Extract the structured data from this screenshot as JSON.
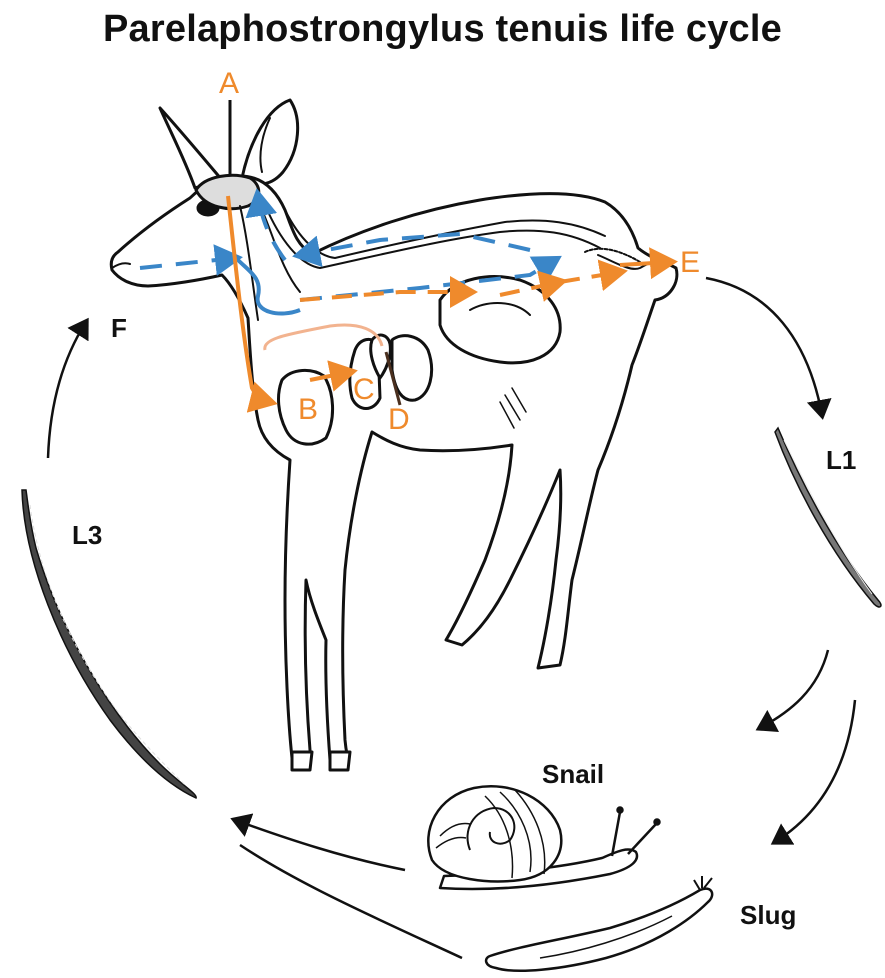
{
  "title": "Parelaphostrongylus tenuis life cycle",
  "colors": {
    "orange": "#ef8a2c",
    "blue": "#3a86c8",
    "pink": "#f2b38f",
    "ink": "#111111"
  },
  "stages": {
    "A": "A",
    "B": "B",
    "C": "C",
    "D": "D",
    "E": "E",
    "F": "F"
  },
  "larvae": {
    "l1": "L1",
    "l3": "L3"
  },
  "hosts": {
    "snail": "Snail",
    "slug": "Slug"
  }
}
